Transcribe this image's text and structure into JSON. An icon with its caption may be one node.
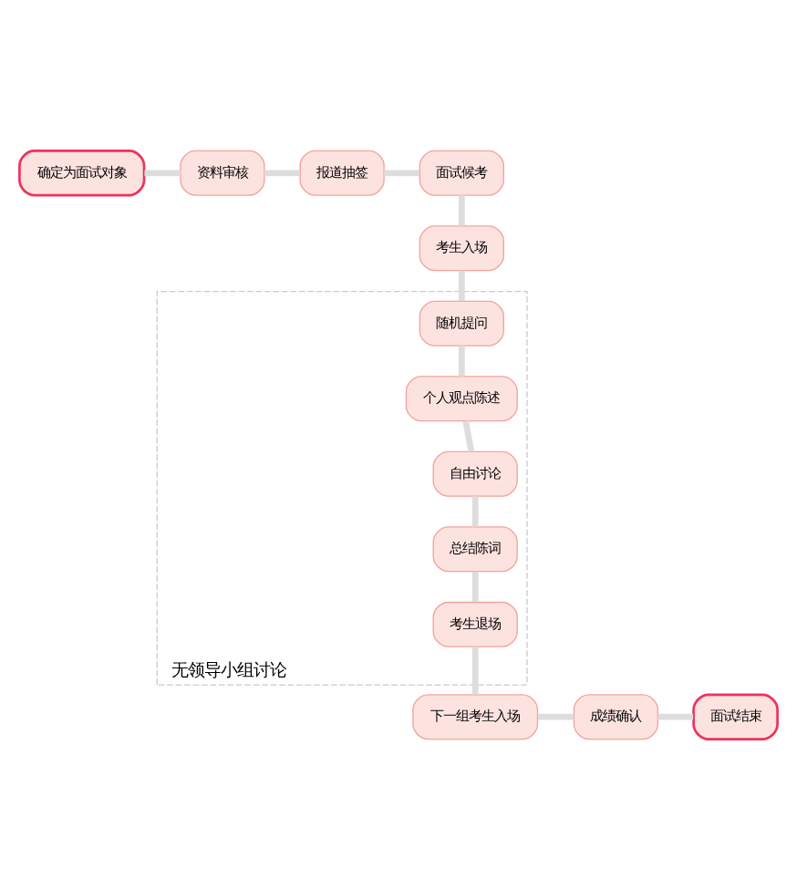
{
  "diagram": {
    "nodes": [
      {
        "text": [
          "确定为面试对象"
        ]
      },
      {
        "text": [
          "资料审核"
        ]
      },
      {
        "text": [
          "报道抽签"
        ]
      },
      {
        "text": [
          "面试候考"
        ]
      },
      {
        "text": [
          "考生入场"
        ]
      },
      {
        "text": [
          "无领导小组讨论"
        ]
      },
      {
        "text": [
          "随机提问"
        ],
        "in": 5
      },
      {
        "text": [
          "个人观点陈述"
        ],
        "in": 5
      },
      {
        "text": [
          "自由讨论"
        ],
        "in": 5
      },
      {
        "text": [
          "总结陈词"
        ],
        "in": 5
      },
      {
        "text": [
          "考生退场"
        ],
        "in": 5
      },
      {
        "text": [
          "下一组考生入场"
        ]
      },
      {
        "text": [
          "成绩确认"
        ]
      },
      {
        "text": [
          "面试结束"
        ]
      }
    ],
    "edges": [
      {
        "from": 0,
        "to": 1,
        "arrow": "none"
      },
      {
        "from": 1,
        "to": 2,
        "arrow": "none"
      },
      {
        "from": 2,
        "to": 3,
        "arrow": "none"
      },
      {
        "from": 3,
        "to": 4,
        "arrow": "none"
      },
      {
        "from": 4,
        "to": 6,
        "arrow": "none"
      },
      {
        "from": 6,
        "to": 7,
        "arrow": "none"
      },
      {
        "from": 7,
        "to": 8,
        "arrow": "none"
      },
      {
        "from": 8,
        "to": 9,
        "arrow": "none"
      },
      {
        "from": 9,
        "to": 10,
        "arrow": "none"
      },
      {
        "from": 10,
        "to": 11,
        "arrow": "none"
      },
      {
        "from": 11,
        "to": 12,
        "arrow": "none"
      },
      {
        "from": 12,
        "to": 13,
        "arrow": "none"
      }
    ]
  }
}
